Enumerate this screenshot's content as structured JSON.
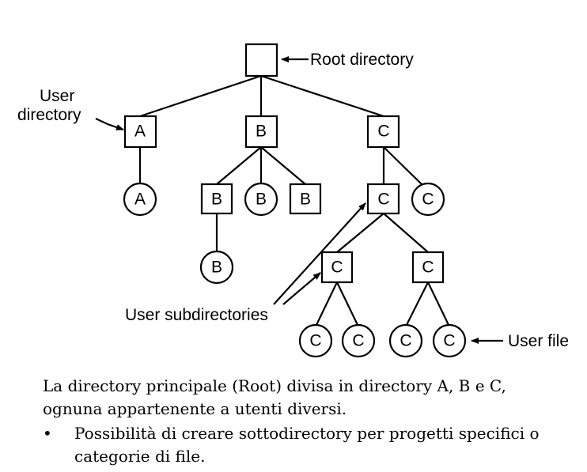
{
  "diagram": {
    "root_label": "Root directory",
    "user_directory_label": [
      "User",
      "directory"
    ],
    "user_subdirectories_label": "User subdirectories",
    "user_file_label": "User file",
    "nodes": {
      "root": "",
      "dirA": "A",
      "dirB": "B",
      "dirC": "C",
      "fileA": "A",
      "subB": "B",
      "fileB1": "B",
      "subB2": "B",
      "fileB2": "B",
      "subC": "C",
      "fileC1": "C",
      "subC1": "C",
      "subC2": "C",
      "fileC2": "C",
      "fileC3": "C",
      "fileC4": "C",
      "fileC5": "C"
    }
  },
  "caption": {
    "intro": "La directory principale (Root) divisa in directory A, B e C, ognuna appartenente a utenti diversi.",
    "bullet_symbol": "•",
    "bullet": "Possibilità di creare sottodirectory per progetti specifici o categorie di file."
  }
}
